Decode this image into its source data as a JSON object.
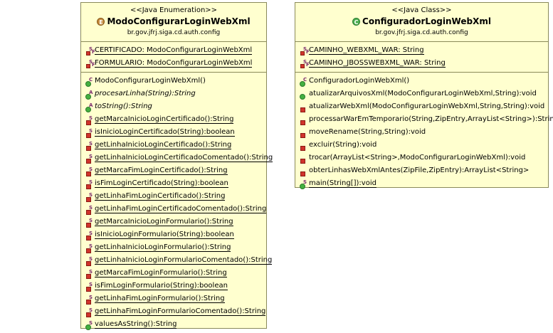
{
  "enum_class": {
    "stereotype": "<<Java Enumeration>>",
    "name": "ModoConfigurarLoginWebXml",
    "icon": "E",
    "package": "br.gov.jfrj.siga.cd.auth.config",
    "fields": [
      {
        "text": "CERTIFICADO: ModoConfigurarLoginWebXml",
        "modifiers": "SF"
      },
      {
        "text": "FORMULARIO: ModoConfigurarLoginWebXml",
        "modifiers": "SF"
      }
    ],
    "methods": [
      {
        "text": "ModoConfigurarLoginWebXml()",
        "visibility": "public",
        "modifiers": "C"
      },
      {
        "text": "procesarLinha(String):String",
        "visibility": "public",
        "modifiers": "A"
      },
      {
        "text": "toString():String",
        "visibility": "public",
        "modifiers": "A"
      },
      {
        "text": "getMarcaInicioLoginCertificado():String",
        "visibility": "private",
        "modifiers": "S"
      },
      {
        "text": "isInicioLoginCertificado(String):boolean",
        "visibility": "private",
        "modifiers": "S"
      },
      {
        "text": "getLinhaInicioLoginCertificado():String",
        "visibility": "private",
        "modifiers": "S"
      },
      {
        "text": "getLinhaInicioLoginCertificadoComentado():String",
        "visibility": "private",
        "modifiers": "S"
      },
      {
        "text": "getMarcaFimLoginCertificado():String",
        "visibility": "private",
        "modifiers": "S"
      },
      {
        "text": "isFimLoginCertificado(String):boolean",
        "visibility": "private",
        "modifiers": "S"
      },
      {
        "text": "getLinhaFimLoginCertificado():String",
        "visibility": "private",
        "modifiers": "S"
      },
      {
        "text": "getLinhaFimLoginCertificadoComentado():String",
        "visibility": "private",
        "modifiers": "S"
      },
      {
        "text": "getMarcaInicioLoginFormulario():String",
        "visibility": "private",
        "modifiers": "S"
      },
      {
        "text": "isInicioLoginFormulario(String):boolean",
        "visibility": "private",
        "modifiers": "S"
      },
      {
        "text": "getLinhaInicioLoginFormulario():String",
        "visibility": "private",
        "modifiers": "S"
      },
      {
        "text": "getLinhaInicioLoginFormularioComentado():String",
        "visibility": "private",
        "modifiers": "S"
      },
      {
        "text": "getMarcaFimLoginFormulario():String",
        "visibility": "private",
        "modifiers": "S"
      },
      {
        "text": "isFimLoginFormulario(String):boolean",
        "visibility": "private",
        "modifiers": "S"
      },
      {
        "text": "getLinhaFimLoginFormulario():String",
        "visibility": "private",
        "modifiers": "S"
      },
      {
        "text": "getLinhaFimLoginFormularioComentado():String",
        "visibility": "private",
        "modifiers": "S"
      },
      {
        "text": "valuesAsString():String",
        "visibility": "public",
        "modifiers": "S"
      }
    ]
  },
  "java_class": {
    "stereotype": "<<Java Class>>",
    "name": "ConfiguradorLoginWebXml",
    "icon": "C",
    "package": "br.gov.jfrj.siga.cd.auth.config",
    "fields": [
      {
        "text": "CAMINHO_WEBXML_WAR: String",
        "modifiers": "SF"
      },
      {
        "text": "CAMINHO_JBOSSWEBXML_WAR: String",
        "modifiers": "SF"
      }
    ],
    "methods": [
      {
        "text": "ConfiguradorLoginWebXml()",
        "visibility": "public",
        "modifiers": "C"
      },
      {
        "text": "atualizarArquivosXml(ModoConfigurarLoginWebXml,String):void",
        "visibility": "public",
        "modifiers": ""
      },
      {
        "text": "atualizarWebXml(ModoConfigurarLoginWebXml,String,String):void",
        "visibility": "private",
        "modifiers": ""
      },
      {
        "text": "processarWarEmTemporario(String,ZipEntry,ArrayList<String>):String",
        "visibility": "private",
        "modifiers": ""
      },
      {
        "text": "moveRename(String,String):void",
        "visibility": "private",
        "modifiers": ""
      },
      {
        "text": "excluir(String):void",
        "visibility": "private",
        "modifiers": ""
      },
      {
        "text": "trocar(ArrayList<String>,ModoConfigurarLoginWebXml):void",
        "visibility": "private",
        "modifiers": ""
      },
      {
        "text": "obterLinhasWebXmlAntes(ZipFile,ZipEntry):ArrayList<String>",
        "visibility": "private",
        "modifiers": ""
      },
      {
        "text": "main(String[]):void",
        "visibility": "public",
        "modifiers": "S"
      }
    ]
  }
}
